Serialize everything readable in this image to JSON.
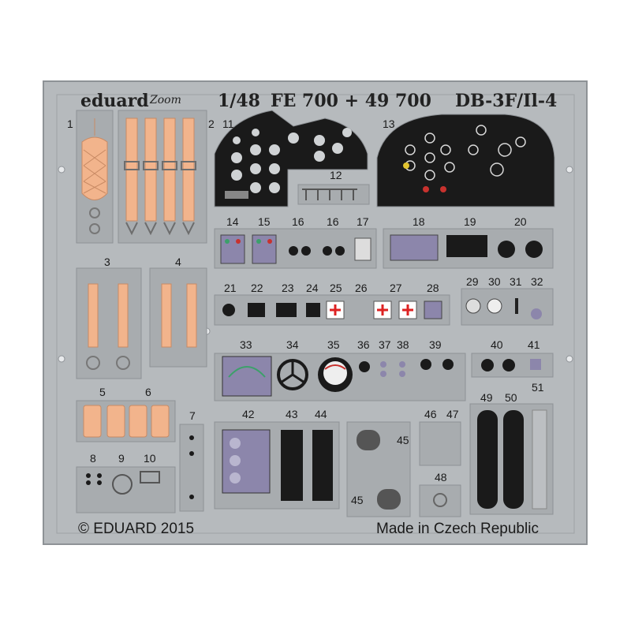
{
  "header": {
    "brand": "eduard",
    "zoom_logo": "Zoom",
    "scale": "1/48",
    "set_code": "FE 700 + 49 700",
    "aircraft": "DB-3F/Il-4"
  },
  "footer": {
    "copyright": "© EDUARD 2015",
    "origin": "Made in Czech Republic"
  },
  "part_numbers": [
    "1",
    "2",
    "3",
    "4",
    "5",
    "6",
    "7",
    "8",
    "9",
    "10",
    "11",
    "12",
    "13",
    "14",
    "15",
    "16",
    "16",
    "17",
    "18",
    "19",
    "20",
    "21",
    "22",
    "23",
    "24",
    "25",
    "26",
    "27",
    "28",
    "29",
    "30",
    "31",
    "32",
    "33",
    "34",
    "35",
    "36",
    "37",
    "38",
    "39",
    "40",
    "41",
    "42",
    "43",
    "44",
    "45",
    "45",
    "46",
    "47",
    "48",
    "49",
    "50",
    "51"
  ],
  "colors": {
    "fret": "#b6babd",
    "fret_edge": "#8e9296",
    "panel": "#a8acaf",
    "belt": "#f2b48c",
    "instrument": "#141414",
    "purple": "#8c86ab"
  }
}
